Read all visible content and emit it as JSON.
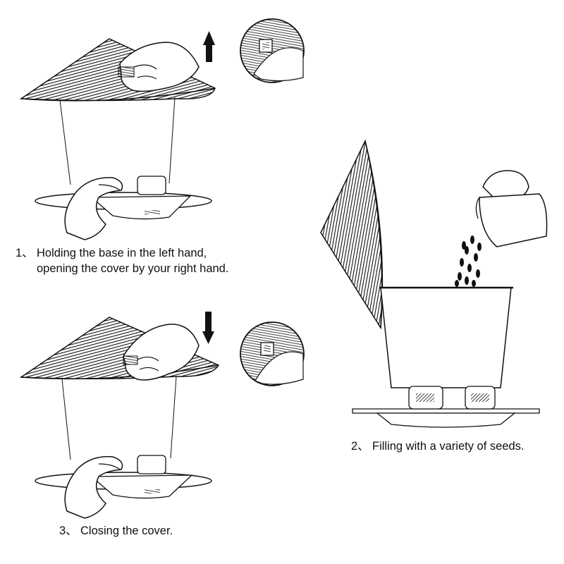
{
  "steps": [
    {
      "number": "1、",
      "line1": "Holding the base in the left hand,",
      "line2": "opening the cover by your right hand."
    },
    {
      "number": "2、",
      "line1": "Filling with a variety of seeds."
    },
    {
      "number": "3、",
      "line1": "Closing the cover."
    }
  ],
  "arrows": {
    "step1": "up-arrow",
    "step3": "down-arrow"
  },
  "colors": {
    "ink": "#111111",
    "background": "#ffffff"
  }
}
